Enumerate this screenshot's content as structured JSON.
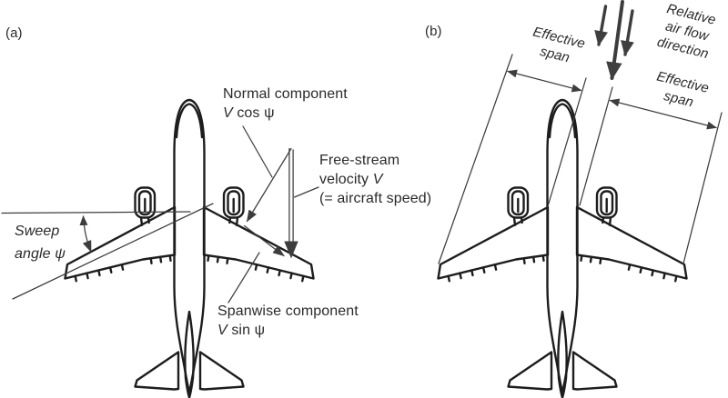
{
  "figure": {
    "background": "#ffffff",
    "ink": "#2a2a2a",
    "line_color": "#3d3d3d",
    "aircraft_outline_color": "#1d1d1d",
    "panel_a": {
      "tag": "(a)",
      "normal_component_line1": "Normal component",
      "normal_component_symbol": "V",
      "normal_component_term": "cos ψ",
      "free_stream_line1": "Free-stream",
      "free_stream_line2_word": "velocity",
      "free_stream_symbol": "V",
      "free_stream_line3": "(= aircraft speed)",
      "sweep_line1": "Sweep",
      "sweep_line2": "angle ψ",
      "spanwise_line1": "Spanwise component",
      "spanwise_symbol": "V",
      "spanwise_term": "sin ψ"
    },
    "panel_b": {
      "tag": "(b)",
      "effective_span_left_line1": "Effective",
      "effective_span_left_line2": "span",
      "effective_span_right_line1": "Effective",
      "effective_span_right_line2": "span",
      "airflow_line1": "Relative",
      "airflow_line2": "air flow",
      "airflow_line3": "direction"
    }
  }
}
